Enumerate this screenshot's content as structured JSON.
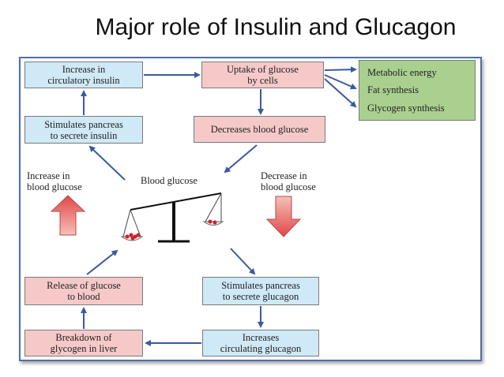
{
  "title": "Major role of Insulin and Glucagon",
  "boxes": {
    "increase_circulatory_insulin": "Increase in\ncirculatory insulin",
    "uptake_glucose": "Uptake of glucose\nby cells",
    "stimulates_insulin": "Stimulates pancreas\nto secrete insulin",
    "decreases_blood_glucose": "Decreases blood glucose",
    "release_glucose": "Release of glucose\nto blood",
    "stimulates_glucagon": "Stimulates pancreas\nto secrete glucagon",
    "breakdown_glycogen": "Breakdown of\nglycogen in liver",
    "increases_glucagon": "Increases\ncirculating glucagon"
  },
  "outcomes": [
    "Metabolic energy",
    "Fat synthesis",
    "Glycogen synthesis"
  ],
  "labels": {
    "increase_blood_glucose": "Increase in\nblood glucose",
    "decrease_blood_glucose": "Decrease in\nblood glucose",
    "blood_glucose": "Blood glucose"
  },
  "colors": {
    "blue_box": "#cfe9f6",
    "pink_box": "#f6c9c9",
    "green_box": "#a9d08e",
    "arrow": "#3a5a9b",
    "panel_border": "#4f6fa8",
    "big_arrow_fill": "#e86c6c"
  }
}
